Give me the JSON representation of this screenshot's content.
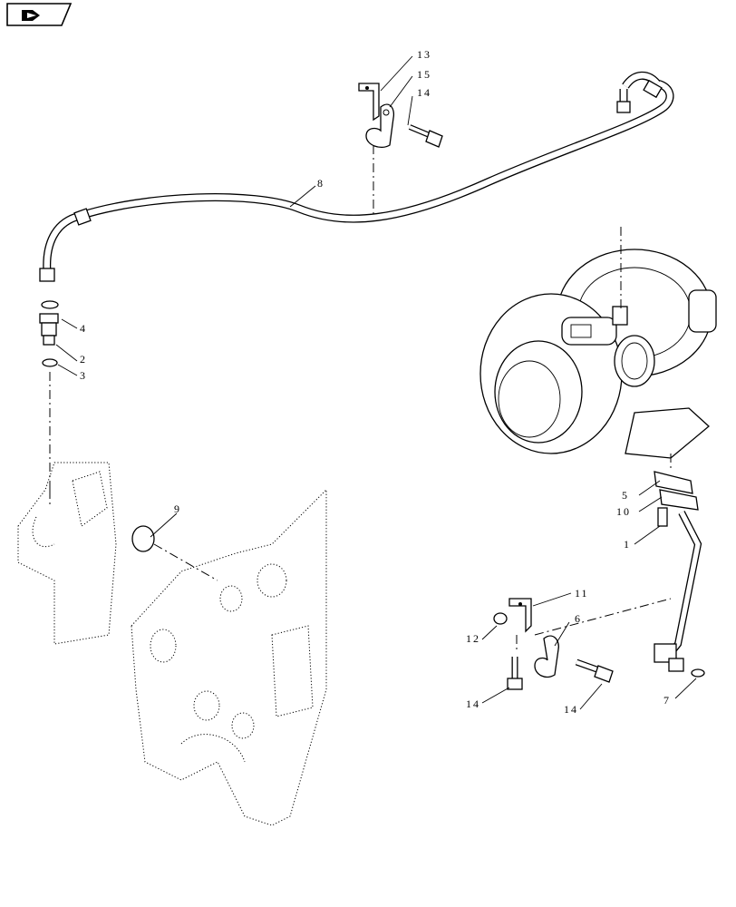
{
  "nav": {
    "icon": "page-arrow-icon"
  },
  "callouts": {
    "c1": "1",
    "c2": "2",
    "c3": "3",
    "c4": "4",
    "c5": "5",
    "c6": "6",
    "c7": "7",
    "c8": "8",
    "c9": "9",
    "c10": "10",
    "c11": "11",
    "c12": "12",
    "c13": "13",
    "c14a": "14",
    "c14b": "14",
    "c14c": "14",
    "c15": "15"
  }
}
